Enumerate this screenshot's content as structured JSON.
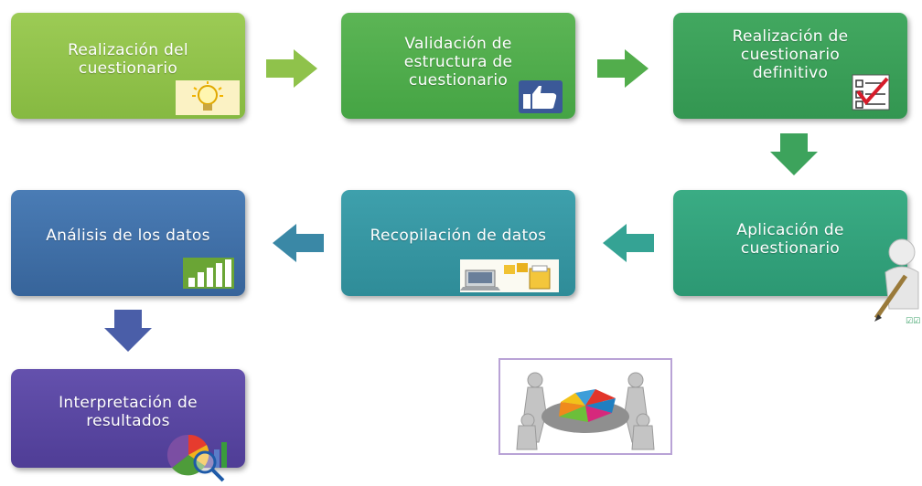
{
  "steps": [
    {
      "id": "s1",
      "lines": [
        "Realización del",
        "cuestionario"
      ],
      "icon": "lightbulb-icon",
      "color": "#8fc24b"
    },
    {
      "id": "s2",
      "lines": [
        "Validación de",
        "estructura de",
        "cuestionario"
      ],
      "icon": "thumbs-up-icon",
      "color": "#52ad4c"
    },
    {
      "id": "s3",
      "lines": [
        "Realización de",
        "cuestionario",
        "definitivo"
      ],
      "icon": "checklist-icon",
      "color": "#3a9e5c"
    },
    {
      "id": "s4",
      "lines": [
        "Aplicación de",
        "cuestionario"
      ],
      "icon": "pen-figure-icon",
      "color": "#31a07d"
    },
    {
      "id": "s5",
      "lines": [
        "Recopilación de datos"
      ],
      "icon": "files-transfer-icon",
      "color": "#3796a3"
    },
    {
      "id": "s6",
      "lines": [
        "Análisis de los datos"
      ],
      "icon": "bar-chart-icon",
      "color": "#3f6fa6"
    },
    {
      "id": "s7",
      "lines": [
        "Interpretación de",
        "resultados"
      ],
      "icon": "chart-magnifier-icon",
      "color": "#5b47a3"
    }
  ],
  "arrows": [
    {
      "from": "s1",
      "to": "s2",
      "direction": "right",
      "color": "#8fc24b"
    },
    {
      "from": "s2",
      "to": "s3",
      "direction": "right",
      "color": "#52ad4c"
    },
    {
      "from": "s3",
      "to": "s4",
      "direction": "down",
      "color": "#3da35c"
    },
    {
      "from": "s4",
      "to": "s5",
      "direction": "left",
      "color": "#35a394"
    },
    {
      "from": "s5",
      "to": "s6",
      "direction": "left",
      "color": "#3a88a6"
    },
    {
      "from": "s6",
      "to": "s7",
      "direction": "down",
      "color": "#4a5ea8"
    }
  ],
  "illustration": {
    "icon": "team-pie-chart-icon"
  }
}
